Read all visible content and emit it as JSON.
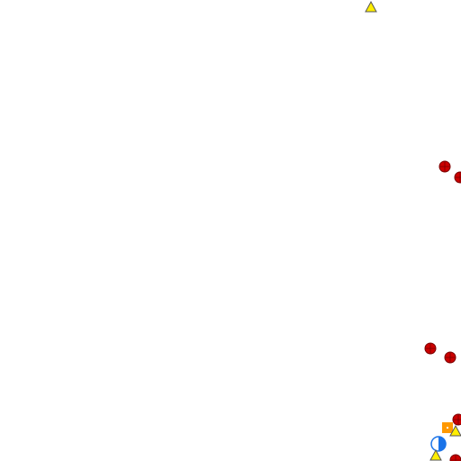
{
  "map": {
    "background": "#ffffff",
    "marker_styles": {
      "circle-red": {
        "fill": "#cc0000",
        "stroke": "#7a0000"
      },
      "triangle-yellow": {
        "fill": "#ffee00",
        "stroke": "#555555"
      },
      "square-orange": {
        "fill": "#ff9900",
        "stroke": "#ffffff"
      },
      "circle-blue": {
        "fill": "#1a73e8",
        "stroke": "#ffffff"
      }
    },
    "markers": [
      {
        "kind": "triangle-yellow",
        "name": "map-marker-triangle"
      },
      {
        "kind": "circle-red",
        "name": "map-marker-circle"
      },
      {
        "kind": "circle-red",
        "name": "map-marker-circle"
      },
      {
        "kind": "circle-red",
        "name": "map-marker-circle"
      },
      {
        "kind": "circle-red",
        "name": "map-marker-circle"
      },
      {
        "kind": "circle-red",
        "name": "map-marker-circle"
      },
      {
        "kind": "square-orange",
        "name": "map-marker-square"
      },
      {
        "kind": "triangle-yellow",
        "name": "map-marker-triangle"
      },
      {
        "kind": "circle-blue",
        "name": "map-marker-current-location"
      },
      {
        "kind": "triangle-yellow",
        "name": "map-marker-triangle"
      },
      {
        "kind": "circle-red",
        "name": "map-marker-circle"
      }
    ]
  }
}
